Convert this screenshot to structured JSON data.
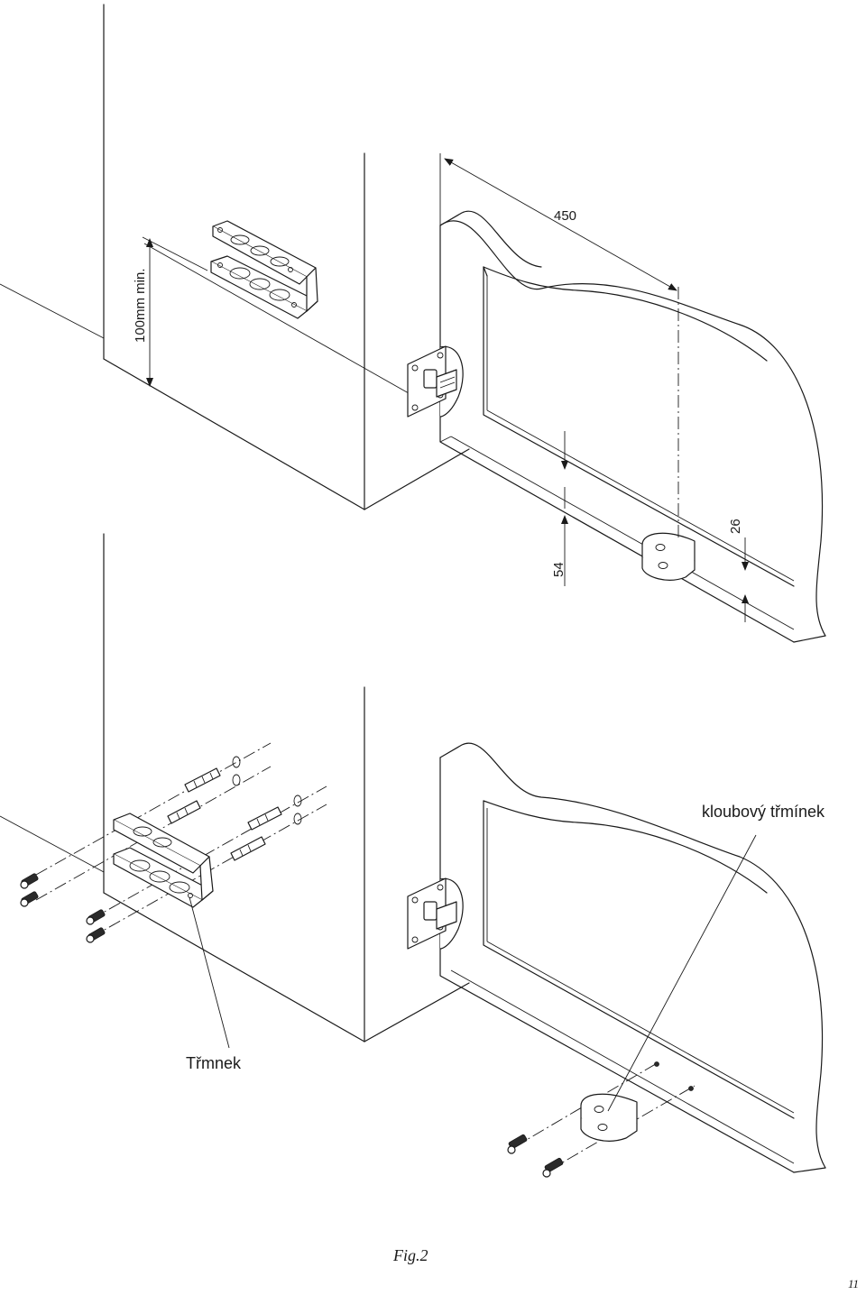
{
  "figure": {
    "caption": "Fig.2",
    "page_number": "11"
  },
  "dimensions": {
    "width_450": "450",
    "clearance_min": "100mm min.",
    "offset_54": "54",
    "offset_26": "26"
  },
  "callouts": {
    "bracket": "Třmnek",
    "hinge_bracket": "kloubový třmínek"
  },
  "colors": {
    "line": "#1a1a1a",
    "background": "#ffffff"
  }
}
